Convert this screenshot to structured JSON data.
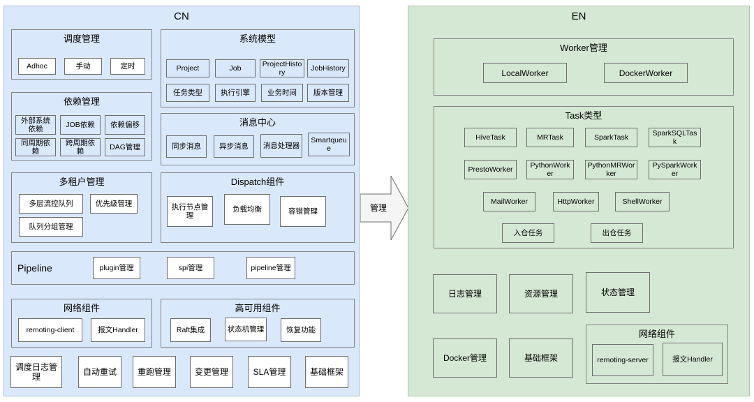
{
  "diagram": {
    "connector": {
      "label": "管理",
      "icon": "right-arrow-icon"
    },
    "colors": {
      "cn_fill": "#dae8fc",
      "cn_stroke": "#a8bcd6",
      "en_fill": "#d5e8d4",
      "en_stroke": "#aac4a7",
      "box_stroke": "#6d6d6d",
      "group_stroke": "#818181",
      "white_fill": "#ffffff"
    }
  },
  "cn": {
    "title": "CN",
    "groups": {
      "schedule_mgmt": {
        "title": "调度管理",
        "items": [
          "Adhoc",
          "手动",
          "定时"
        ]
      },
      "dependency_mgmt": {
        "title": "依赖管理",
        "items": [
          "外部系统依赖",
          "JOB依赖",
          "依赖偏移",
          "同周期依赖",
          "跨周期依赖",
          "DAG管理"
        ]
      },
      "multi_tenant_mgmt": {
        "title": "多租户管理",
        "items": [
          "多层流控队列",
          "优先级管理",
          "队列分组管理"
        ]
      },
      "system_model": {
        "title": "系统模型",
        "items": [
          "Project",
          "Job",
          "ProjectHistory",
          "JobHistory",
          "任务类型",
          "执行引擎",
          "业务时间",
          "版本管理"
        ]
      },
      "message_center": {
        "title": "消息中心",
        "items": [
          "同步消息",
          "异步消息",
          "消息处理器",
          "Smartqueue"
        ]
      },
      "dispatch_component": {
        "title": "Dispatch组件",
        "items": [
          "执行节点管理",
          "负载均衡",
          "容错管理"
        ]
      },
      "pipeline": {
        "title": "Pipeline",
        "items": [
          "plugin管理",
          "spi管理",
          "pipeline管理"
        ]
      },
      "network_component": {
        "title": "网络组件",
        "items": [
          "remoting-client",
          "报文Handler"
        ]
      },
      "ha_component": {
        "title": "高可用组件",
        "items": [
          "Raft集成",
          "状态机管理",
          "恢复功能"
        ]
      }
    },
    "bottom_items": [
      "调度日志管理",
      "自动重试",
      "重跑管理",
      "变更管理",
      "SLA管理",
      "基础框架"
    ]
  },
  "en": {
    "title": "EN",
    "groups": {
      "worker_mgmt": {
        "title": "Worker管理",
        "items": [
          "LocalWorker",
          "DockerWorker"
        ]
      },
      "task_types": {
        "title": "Task类型",
        "row1": [
          "HiveTask",
          "MRTask",
          "SparkTask",
          "SparkSQLTask"
        ],
        "row2": [
          "PrestoWorker",
          "PythonWorker",
          "PythonMRWorker",
          "PySparkWorker"
        ],
        "row3": [
          "MailWorker",
          "HttpWorker",
          "ShellWorker"
        ],
        "row4": [
          "入仓任务",
          "出仓任务"
        ]
      },
      "network_component": {
        "title": "网络组件",
        "items": [
          "remoting-server",
          "报文Handler"
        ]
      }
    },
    "standalone_items": [
      "日志管理",
      "资源管理",
      "状态管理",
      "Docker管理",
      "基础框架"
    ]
  }
}
